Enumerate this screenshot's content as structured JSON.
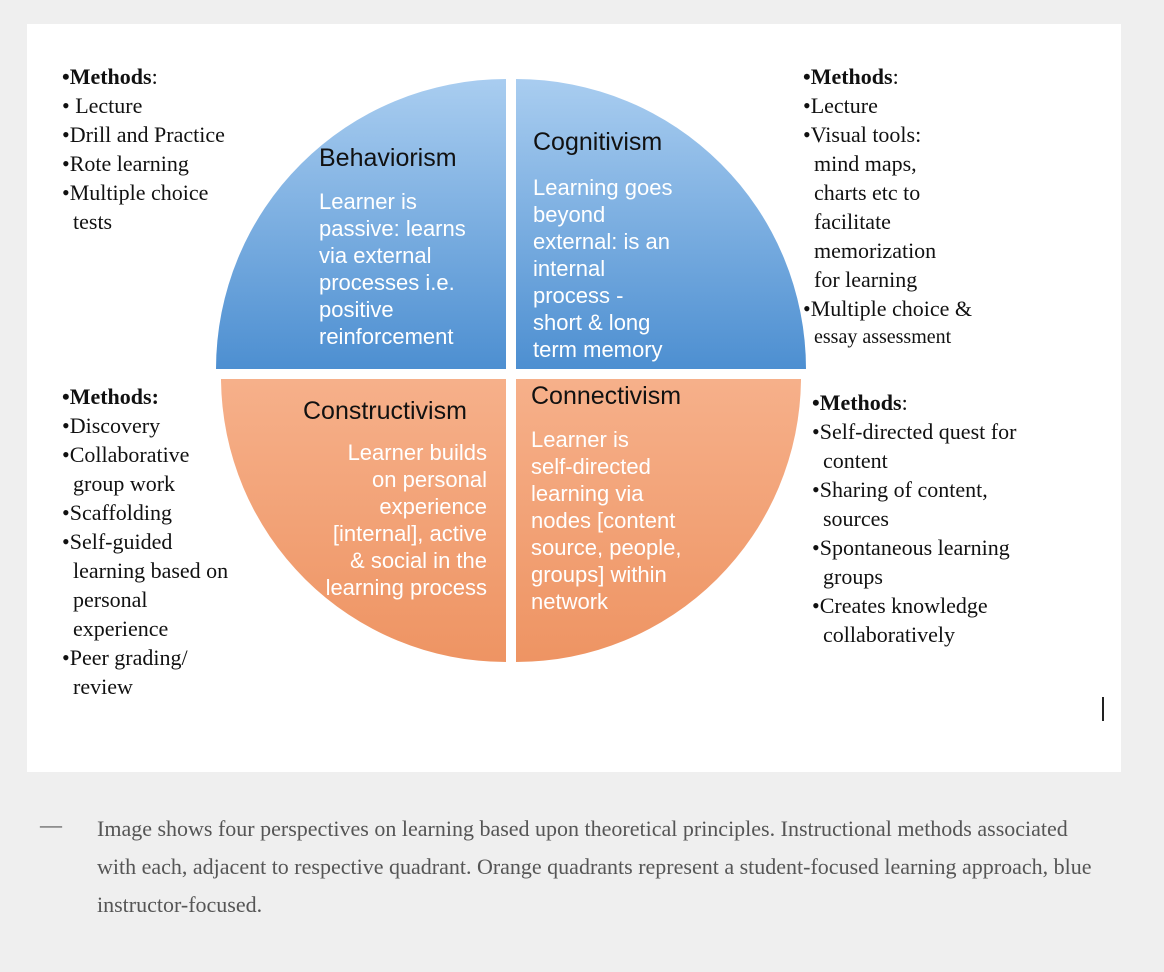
{
  "quadrants": {
    "behaviorism": {
      "title": "Behaviorism",
      "text": [
        "Learner is",
        "passive: learns",
        "via external",
        "processes i.e.",
        "positive",
        "reinforcement"
      ],
      "color": "#6aa7e0"
    },
    "cognitivism": {
      "title": "Cognitivism",
      "text": [
        "Learning goes",
        "beyond",
        "external: is an",
        "internal",
        "process -",
        "short & long",
        "term  memory"
      ],
      "color": "#6aa7e0"
    },
    "constructivism": {
      "title": "Constructivism",
      "text": [
        "Learner builds",
        "on personal",
        "experience",
        "[internal], active",
        "& social in the",
        "learning process"
      ],
      "color": "#f09a6c"
    },
    "connectivism": {
      "title": "Connectivism",
      "text": [
        "Learner is",
        "self-directed",
        "learning via",
        "nodes [content",
        "source, people,",
        "groups] within",
        "network"
      ],
      "color": "#f09a6c"
    }
  },
  "methods": {
    "top_left": {
      "heading": "•Methods",
      "items": [
        [
          "• Lecture"
        ],
        [
          "•Drill and Practice"
        ],
        [
          "•Rote learning"
        ],
        [
          "•Multiple choice",
          "tests"
        ]
      ]
    },
    "top_right": {
      "heading": "•Methods",
      "items": [
        [
          "•Lecture"
        ],
        [
          "•Visual tools:",
          "mind maps,",
          "charts etc to",
          "facilitate",
          "memorization",
          "for learning"
        ],
        [
          "•Multiple choice &",
          "essay assessment"
        ]
      ]
    },
    "bottom_left": {
      "heading": "•Methods:",
      "items": [
        [
          "•Discovery"
        ],
        [
          "•Collaborative",
          "group work"
        ],
        [
          "•Scaffolding"
        ],
        [
          "•Self-guided",
          "learning based on",
          "personal",
          "experience"
        ],
        [
          "•Peer grading/",
          "review"
        ]
      ]
    },
    "bottom_right": {
      "heading": "•Methods",
      "items": [
        [
          "•Self-directed quest for",
          "content"
        ],
        [
          "•Sharing of content,",
          "sources"
        ],
        [
          "•Spontaneous learning",
          "groups"
        ],
        [
          "•Creates knowledge",
          "collaboratively"
        ]
      ]
    }
  },
  "caption": {
    "dash": "—",
    "text": "Image shows four perspectives on learning based upon theoretical principles. Instructional methods associated with each, adjacent to respective quadrant. Orange quadrants represent a student-focused learning approach, blue instructor-focused."
  },
  "colors": {
    "blue_light": "#a9cdf0",
    "blue_dark": "#4d8fd1",
    "orange_light": "#f6b08a",
    "orange_dark": "#ee9463"
  }
}
